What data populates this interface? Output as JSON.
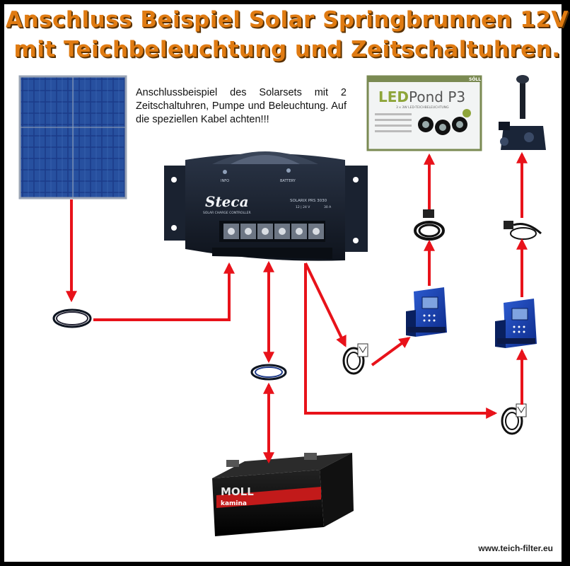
{
  "title": {
    "line1": "Anschluss Beispiel Solar Springbrunnen 12V",
    "line2": "mit Teichbeleuchtung und Zeitschaltuhren."
  },
  "description": "Anschlussbeispiel des Solarsets mit 2 Zeitschaltuhren, Pumpe und Beleuchtung. Auf die speziellen Kabel achten!!!",
  "controller": {
    "brand": "Steca",
    "model": "SOLARIX PRS 3030",
    "subtitle": "SOLAR CHARGE CONTROLLER",
    "voltage": "12 | 24 V",
    "current": "30 A",
    "label_info": "INFO",
    "label_battery": "BATTERY"
  },
  "led_box": {
    "brand": "SÖLL",
    "product_led": "LED",
    "product_name": "Pond P3",
    "tagline": "3 x 3W LED-TEICHBELEUCHTUNG"
  },
  "battery": {
    "brand": "MOLL",
    "sub": "kamina"
  },
  "footer": "www.teich-filter.eu",
  "colors": {
    "title": "#e07b12",
    "arrow": "#e8121a",
    "panel": "#1b3b8a"
  }
}
